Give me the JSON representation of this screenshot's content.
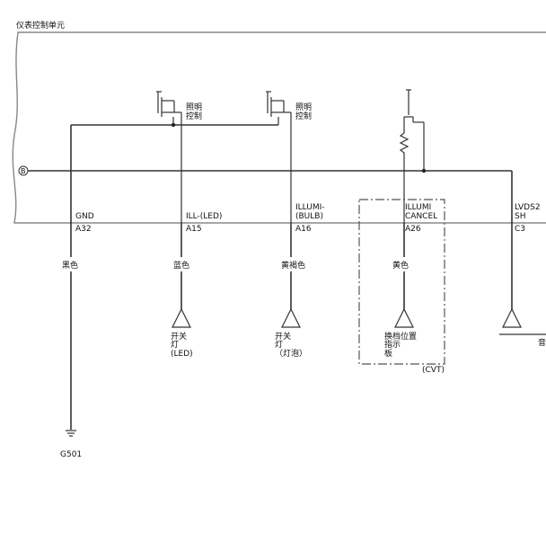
{
  "unit": {
    "title": "仪表控制单元"
  },
  "bus": {
    "label": "B"
  },
  "mosfets": [
    {
      "label_line1": "照明",
      "label_line2": "控制"
    },
    {
      "label_line1": "照明",
      "label_line2": "控制"
    }
  ],
  "pins": [
    {
      "name_line1": "GND",
      "name_line2": "",
      "pin": "A32",
      "color": "黑色",
      "dest_line1": "",
      "dest_line2": "",
      "dest_line3": "",
      "ground": "G501"
    },
    {
      "name_line1": "ILL-(LED)",
      "name_line2": "",
      "pin": "A15",
      "color": "蓝色",
      "dest_line1": "开关",
      "dest_line2": "灯",
      "dest_line3": "(LED)"
    },
    {
      "name_line1": "ILLUMI-",
      "name_line2": "(BULB)",
      "pin": "A16",
      "color": "黄褐色",
      "dest_line1": "开关",
      "dest_line2": "灯",
      "dest_line3": "（灯泡）"
    },
    {
      "name_line1": "ILLUMI",
      "name_line2": "CANCEL",
      "pin": "A26",
      "color": "黄色",
      "dest_line1": "换档位置",
      "dest_line2": "指示",
      "dest_line3": "板"
    },
    {
      "name_line1": "LVDS2",
      "name_line2": "SH",
      "pin": "C3",
      "color": "",
      "dest_line1": "音",
      "dest_line2": "",
      "dest_line3": ""
    }
  ],
  "option_box": {
    "label": "(CVT)"
  }
}
